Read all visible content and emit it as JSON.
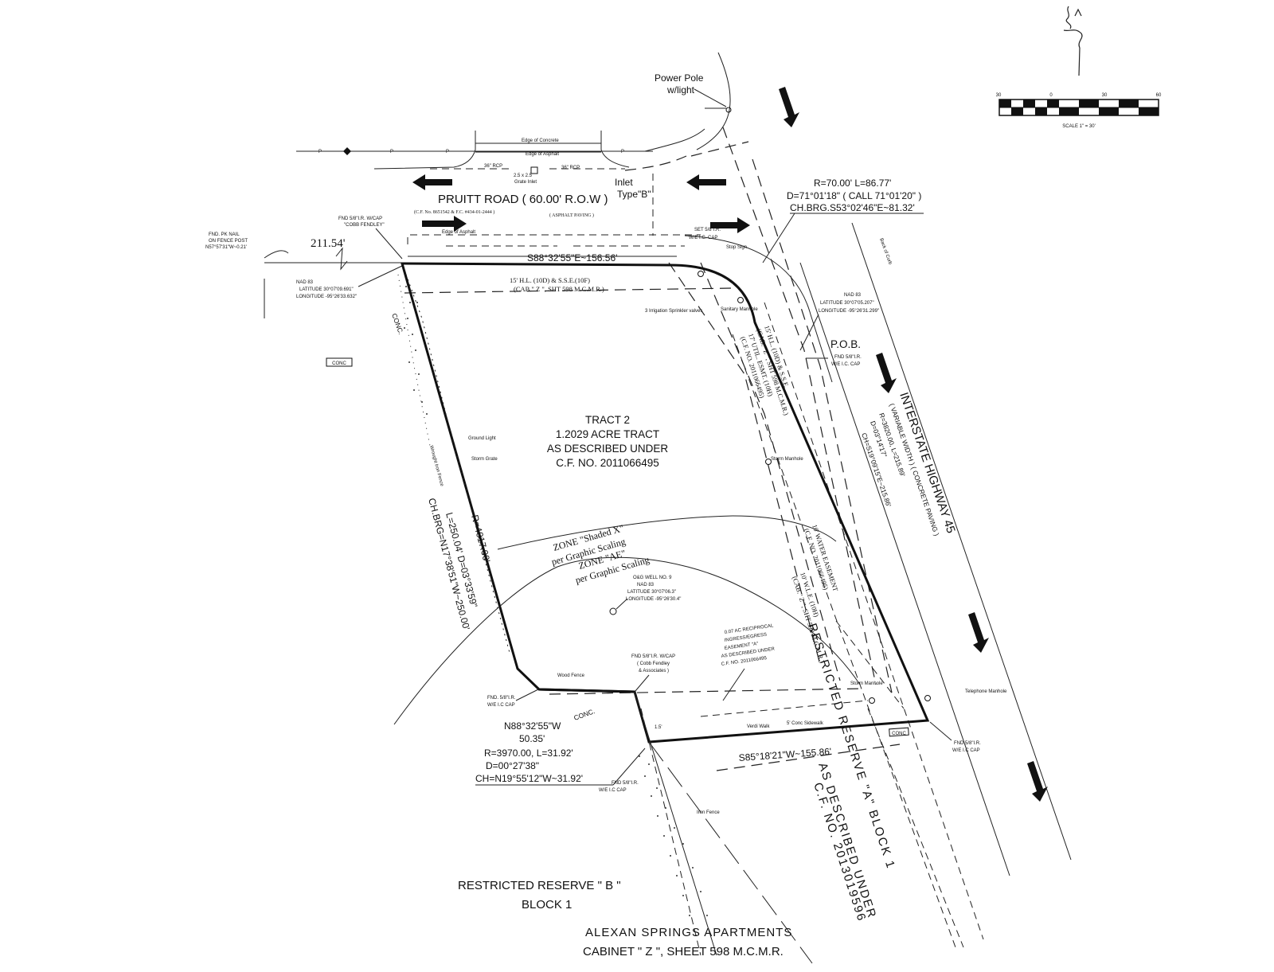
{
  "labels": {
    "power_pole": "Power Pole",
    "power_pole_2": "w/light",
    "edge_concrete": "Edge of Concrete",
    "edge_asphalt": "Edge of Asphalt",
    "rcp_left": "36\" RCP",
    "rcp_right": "36\" RCP",
    "grate_inlet": "2.5 x 2.5",
    "grate_inlet_2": "Grate Inlet",
    "inlet": "Inlet",
    "inlet_2": "Type\"B\"",
    "pruitt_road": "PRUITT ROAD ( 60.00' R.O.W )",
    "pruitt_cf": "(C.F. No. 8651542 & F.C. #434-01-2444 )",
    "asphalt_paving": "( ASPHALT PAVING )",
    "curve_r_l": "R=70.00'  L=86.77'",
    "curve_d": "D=71°01'18\" ( CALL  71°01'20\" )",
    "curve_ch": "CH.BRG.S53°02'46\"E~81.32'",
    "fnd_top": "FND 5/8\"I.R. W/CAP",
    "fnd_top_2": "\"COBB FENDLEY\"",
    "fnd_pk": "FND. PK NAIL",
    "fnd_pk_2": "ON FENCE POST",
    "fnd_pk_3": "N57°57'31\"W~0.21'",
    "dist_211": "211.54'",
    "nad_left": "NAD 83",
    "lat_left": "LATITUDE  30°07'09.691\"",
    "lon_left": "LONGITUDE -95°26'33.632\"",
    "set_ir": "SET 5/8\"I.R.",
    "set_ir_2": "W/E I.C. CAP",
    "edge_asphalt_2": "Edge of Asphalt",
    "north_bearing": "S88°32'55\"E~156.56'",
    "easement_top": "15' H.L. (10D) & S.S.E.(10F)",
    "easement_top_2": "(CAB.\" Z \", SHT 598 M.C.M.R.)",
    "nad_right": "NAD 83",
    "lat_right": "LATITUDE  30°07'05.207\"",
    "lon_right": "LONGITUDE -95°26'31.299\"",
    "pob": "P.O.B.",
    "pob_fnd": "FND 5/8\"I.R.",
    "pob_fnd_2": "W/E I.C. CAP",
    "stop_sign": "Stop Sign",
    "conc_box": "CONC",
    "conc": "CONC.",
    "tract_1": "TRACT 2",
    "tract_2": "1.2029 ACRE TRACT",
    "tract_3": "AS DESCRIBED UNDER",
    "tract_4": "C.F. NO. 2011066495",
    "i45_1": "INTERSTATE HIGHWAY 45",
    "i45_2": "( VARIABLE WIDTH )  ( CONCRETE PAVING )",
    "i45_3": "R=3820.00, L=215.89'",
    "i45_4": "D=03°14'17\"",
    "i45_5": "CH=S19°09'15\"E~215.86'",
    "west_curve_1": "R=4017.00'",
    "west_curve_2": "L=250.04' D=03°33'59\"",
    "west_curve_3": "CH.BRG=N17°38'51\"W~250.00'",
    "zone_x": "ZONE \"Shaded X\"",
    "zone_x_2": "per Graphic Scaling",
    "zone_ae": "ZONE \"AE\"",
    "zone_ae_2": "per Graphic Scaling",
    "well_1": "O&G WELL NO. 9",
    "well_2": "NAD 83",
    "well_3": "LATITUDE  30°07'06.3\"",
    "well_4": "LONGITUDE -95°26'30.4\"",
    "fnd_bottom_1": "FND 5/8\"I.R. W/CAP",
    "fnd_bottom_2": "( Cobb Fendley",
    "fnd_bottom_3": "& Associates )",
    "fnd_sw": "FND. 5/8\"I.R.",
    "fnd_sw_2": "W/E I.C CAP",
    "wood_fence": "Wood Fence",
    "n88": "N88°32'55\"W",
    "n88_2": "50.35'",
    "sw_curve_1": "R=3970.00, L=31.92'",
    "sw_curve_2": "D=00°27'38\"",
    "sw_curve_3": "CH=N19°55'12\"W~31.92'",
    "south_bearing": "S85°18'21\"W~155.86'",
    "fnd_se": "FND 5/8\"I.R.",
    "fnd_se_2": "W/E I.C CAP",
    "fnd_s": "FND 5/8\"I.R.",
    "fnd_s_2": "W/E I.C CAP",
    "pipeline_1": "0.07 AC RECIPROCAL",
    "pipeline_2": "INGRESS/EGRESS",
    "pipeline_3": "EASEMENT \"A\"",
    "pipeline_4": "AS DESCRIBED UNDER",
    "pipeline_5": "C.F. NO. 2011066495",
    "rr_a_1": "RESTRICTED RESERVE \"A\" BLOCK 1",
    "rr_a_2": "AS DESCRIBED UNDER",
    "rr_a_3": "C.F. NO. 2013019596",
    "rr_b_1": "RESTRICTED RESERVE \" B \"",
    "rr_b_2": "BLOCK      1",
    "alexan_1": "ALEXAN SPRINGS APARTMENTS",
    "alexan_2": "CABINET \" Z \", SHEET 598 M.C.M.R.",
    "ease_v1": "15' H.L. (10D) & S.S.E.",
    "ease_v2": "(CAB.\" Z \", SHT 598 M.C.M.R.)",
    "ease_v3": "17' UTIL. ESMT. (10H)",
    "ease_v4": "(C.F. NO. 2011066495)",
    "ease_low_1": "10' WATER EASEMENT",
    "ease_low_2": "(C.F. NO. 2011066495)",
    "ease_low_3": "10' W.L.E. (10H)",
    "ease_low_4": "(CAB.\" Z \", SHT 598 M.C.M.R.)",
    "telephone": "Telephone Manhole",
    "storm_mh": "Storm Manhole",
    "storm_mh_2": "Storm Manhole",
    "sanitary_mh": "Sanitary Manhole",
    "irrigation": "3 Irrigation Sprinkler valves",
    "ground_light": "Ground Light",
    "wrought_fence": "Wrought Iron Fence",
    "storm_grate": "Storm Grate",
    "back_curb": "Back of Curb",
    "conc_sidewalk": "5' Conc Sidewalk",
    "verdi_walk": "Verdi Walk",
    "iron_fence": "Iron Fence",
    "one_five": "1.5'"
  },
  "scale_bar": {
    "ticks": [
      "30",
      "0",
      "30",
      "60"
    ],
    "caption": "SCALE 1\" = 30'"
  },
  "icons": [
    "north-arrow-icon",
    "traffic-arrow-icon",
    "scale-bar-icon",
    "manhole-icon"
  ],
  "colors": {
    "ink": "#111111",
    "paper": "#ffffff"
  }
}
